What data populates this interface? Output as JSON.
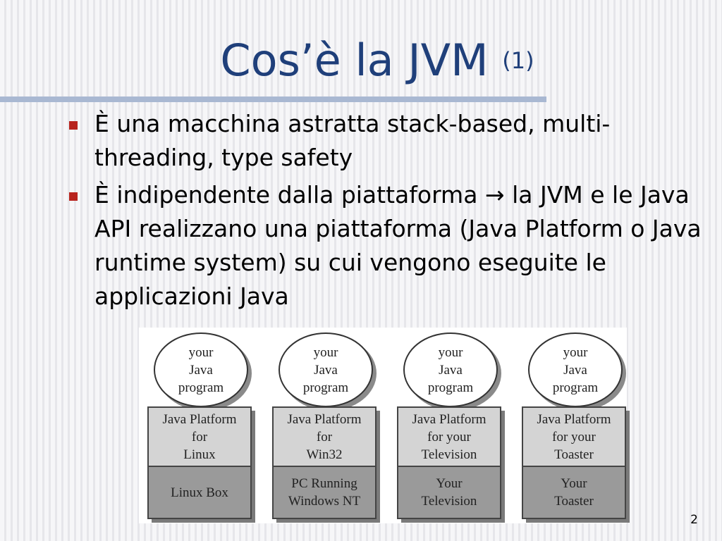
{
  "slide": {
    "title": "Cos’è la JVM",
    "title_suffix": "(1)",
    "page_number": "2"
  },
  "bullets": [
    {
      "text": "È una macchina astratta stack-based, multi-threading, type safety"
    },
    {
      "text_before_arrow": "È indipendente dalla piattaforma",
      "arrow": "→",
      "text_after_arrow": "la JVM e le Java API realizzano una piattaforma (Java Platform o Java runtime system) su cui vengono eseguite le applicazioni Java"
    }
  ],
  "diagram": {
    "stacks": [
      {
        "program": [
          "your",
          "Java",
          "program"
        ],
        "platform": [
          "Java Platform",
          "for",
          "Linux"
        ],
        "host": [
          "Linux Box"
        ]
      },
      {
        "program": [
          "your",
          "Java",
          "program"
        ],
        "platform": [
          "Java Platform",
          "for",
          "Win32"
        ],
        "host": [
          "PC Running",
          "Windows NT"
        ]
      },
      {
        "program": [
          "your",
          "Java",
          "program"
        ],
        "platform": [
          "Java Platform",
          "for your",
          "Television"
        ],
        "host": [
          "Your",
          "Television"
        ]
      },
      {
        "program": [
          "your",
          "Java",
          "program"
        ],
        "platform": [
          "Java Platform",
          "for your",
          "Toaster"
        ],
        "host": [
          "Your",
          "Toaster"
        ]
      }
    ]
  }
}
